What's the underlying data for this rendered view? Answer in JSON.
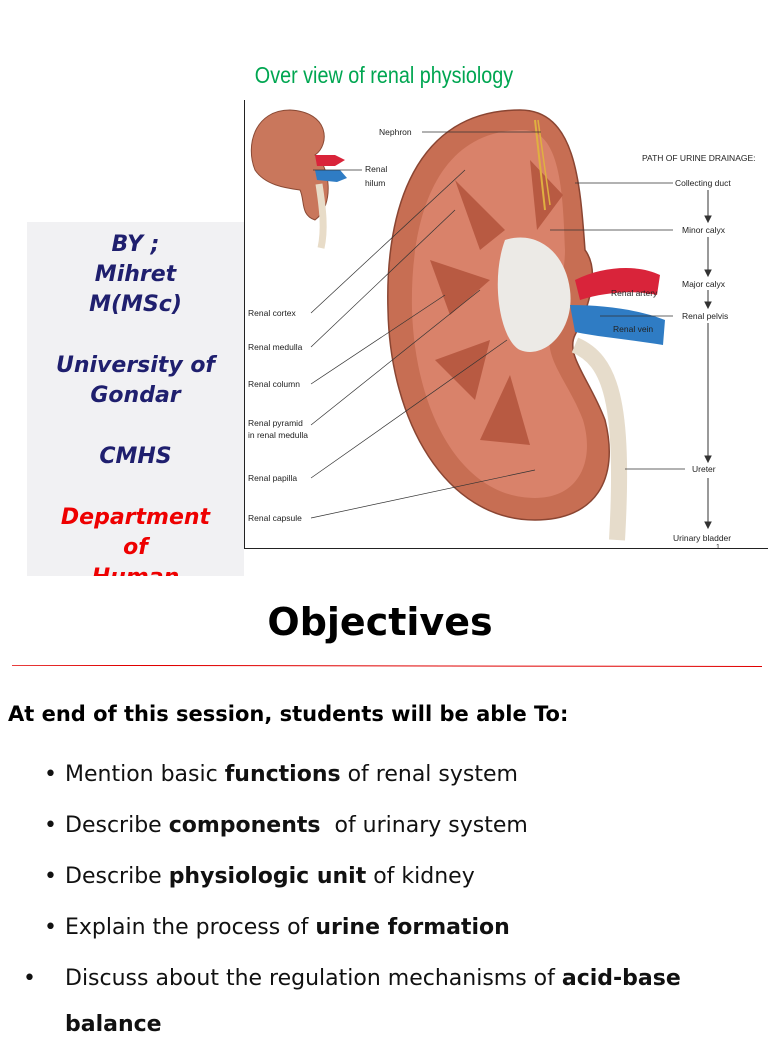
{
  "slide1": {
    "title": "Over view of renal physiology",
    "author": {
      "by": "BY ;",
      "name1": "Mihret",
      "name2": "M(MSc)",
      "univ1": "University of",
      "univ2": "Gondar",
      "college": "CMHS",
      "dept1": "Department",
      "dept2": "of",
      "dept3": "Human"
    },
    "figure": {
      "labels_left": {
        "nephron": "Nephron",
        "renal_hilum_1": "Renal",
        "renal_hilum_2": "hilum",
        "renal_cortex": "Renal cortex",
        "renal_medulla": "Renal medulla",
        "renal_column": "Renal column",
        "renal_pyramid_1": "Renal pyramid",
        "renal_pyramid_2": "in renal medulla",
        "renal_papilla": "Renal papilla",
        "renal_capsule": "Renal capsule"
      },
      "labels_inner": {
        "renal_artery": "Renal artery",
        "renal_vein": "Renal vein"
      },
      "drainage": {
        "heading": "PATH OF URINE DRAINAGE:",
        "steps": [
          "Collecting duct",
          "Minor calyx",
          "Major calyx",
          "Renal pelvis",
          "Ureter",
          "Urinary bladder"
        ]
      },
      "page_number": "1"
    }
  },
  "slide2": {
    "title": "Objectives",
    "intro": "At end of this session, students will be able To:",
    "items": [
      {
        "pre": "Mention basic ",
        "bold": "functions",
        "post": " of renal system"
      },
      {
        "pre": "Describe ",
        "bold": "components",
        "post": "  of urinary system"
      },
      {
        "pre": "Describe ",
        "bold": "physiologic unit",
        "post": " of kidney"
      },
      {
        "pre": "Explain the process of ",
        "bold": "urine formation",
        "post": ""
      },
      {
        "pre": "Discuss about the regulation mechanisms of ",
        "bold": "acid-base balance",
        "post": ""
      }
    ]
  },
  "colors": {
    "title_green": "#00a651",
    "navy": "#1f1f6e",
    "red": "#ee0000",
    "rule_red": "#e00000",
    "kidney": "#c8765a",
    "artery": "#d9243a",
    "vein": "#2f7cc4"
  }
}
